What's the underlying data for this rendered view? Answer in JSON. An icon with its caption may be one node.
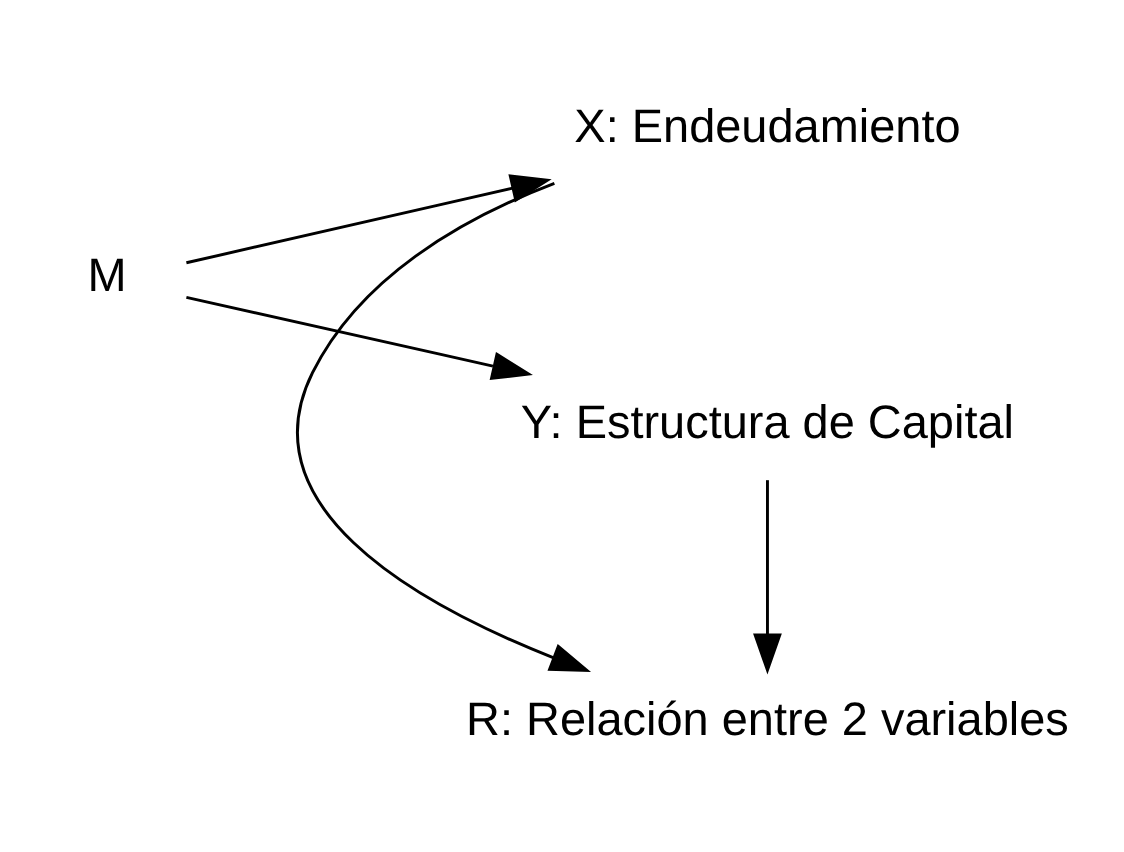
{
  "diagram": {
    "nodes": [
      {
        "text": [
          "M"
        ]
      },
      {
        "text": [
          "X: Endeudamiento"
        ]
      },
      {
        "text": [
          "R: Relación entre 2 variables"
        ]
      },
      {
        "text": [
          "Y: Estructura de Capital"
        ]
      }
    ],
    "edges": [
      {
        "from": 0,
        "to": 1,
        "arrow": "to"
      },
      {
        "from": 0,
        "to": 3,
        "arrow": "to"
      },
      {
        "from": 1,
        "to": 2,
        "arrow": "to"
      },
      {
        "from": 3,
        "to": 2,
        "arrow": "to"
      }
    ]
  }
}
